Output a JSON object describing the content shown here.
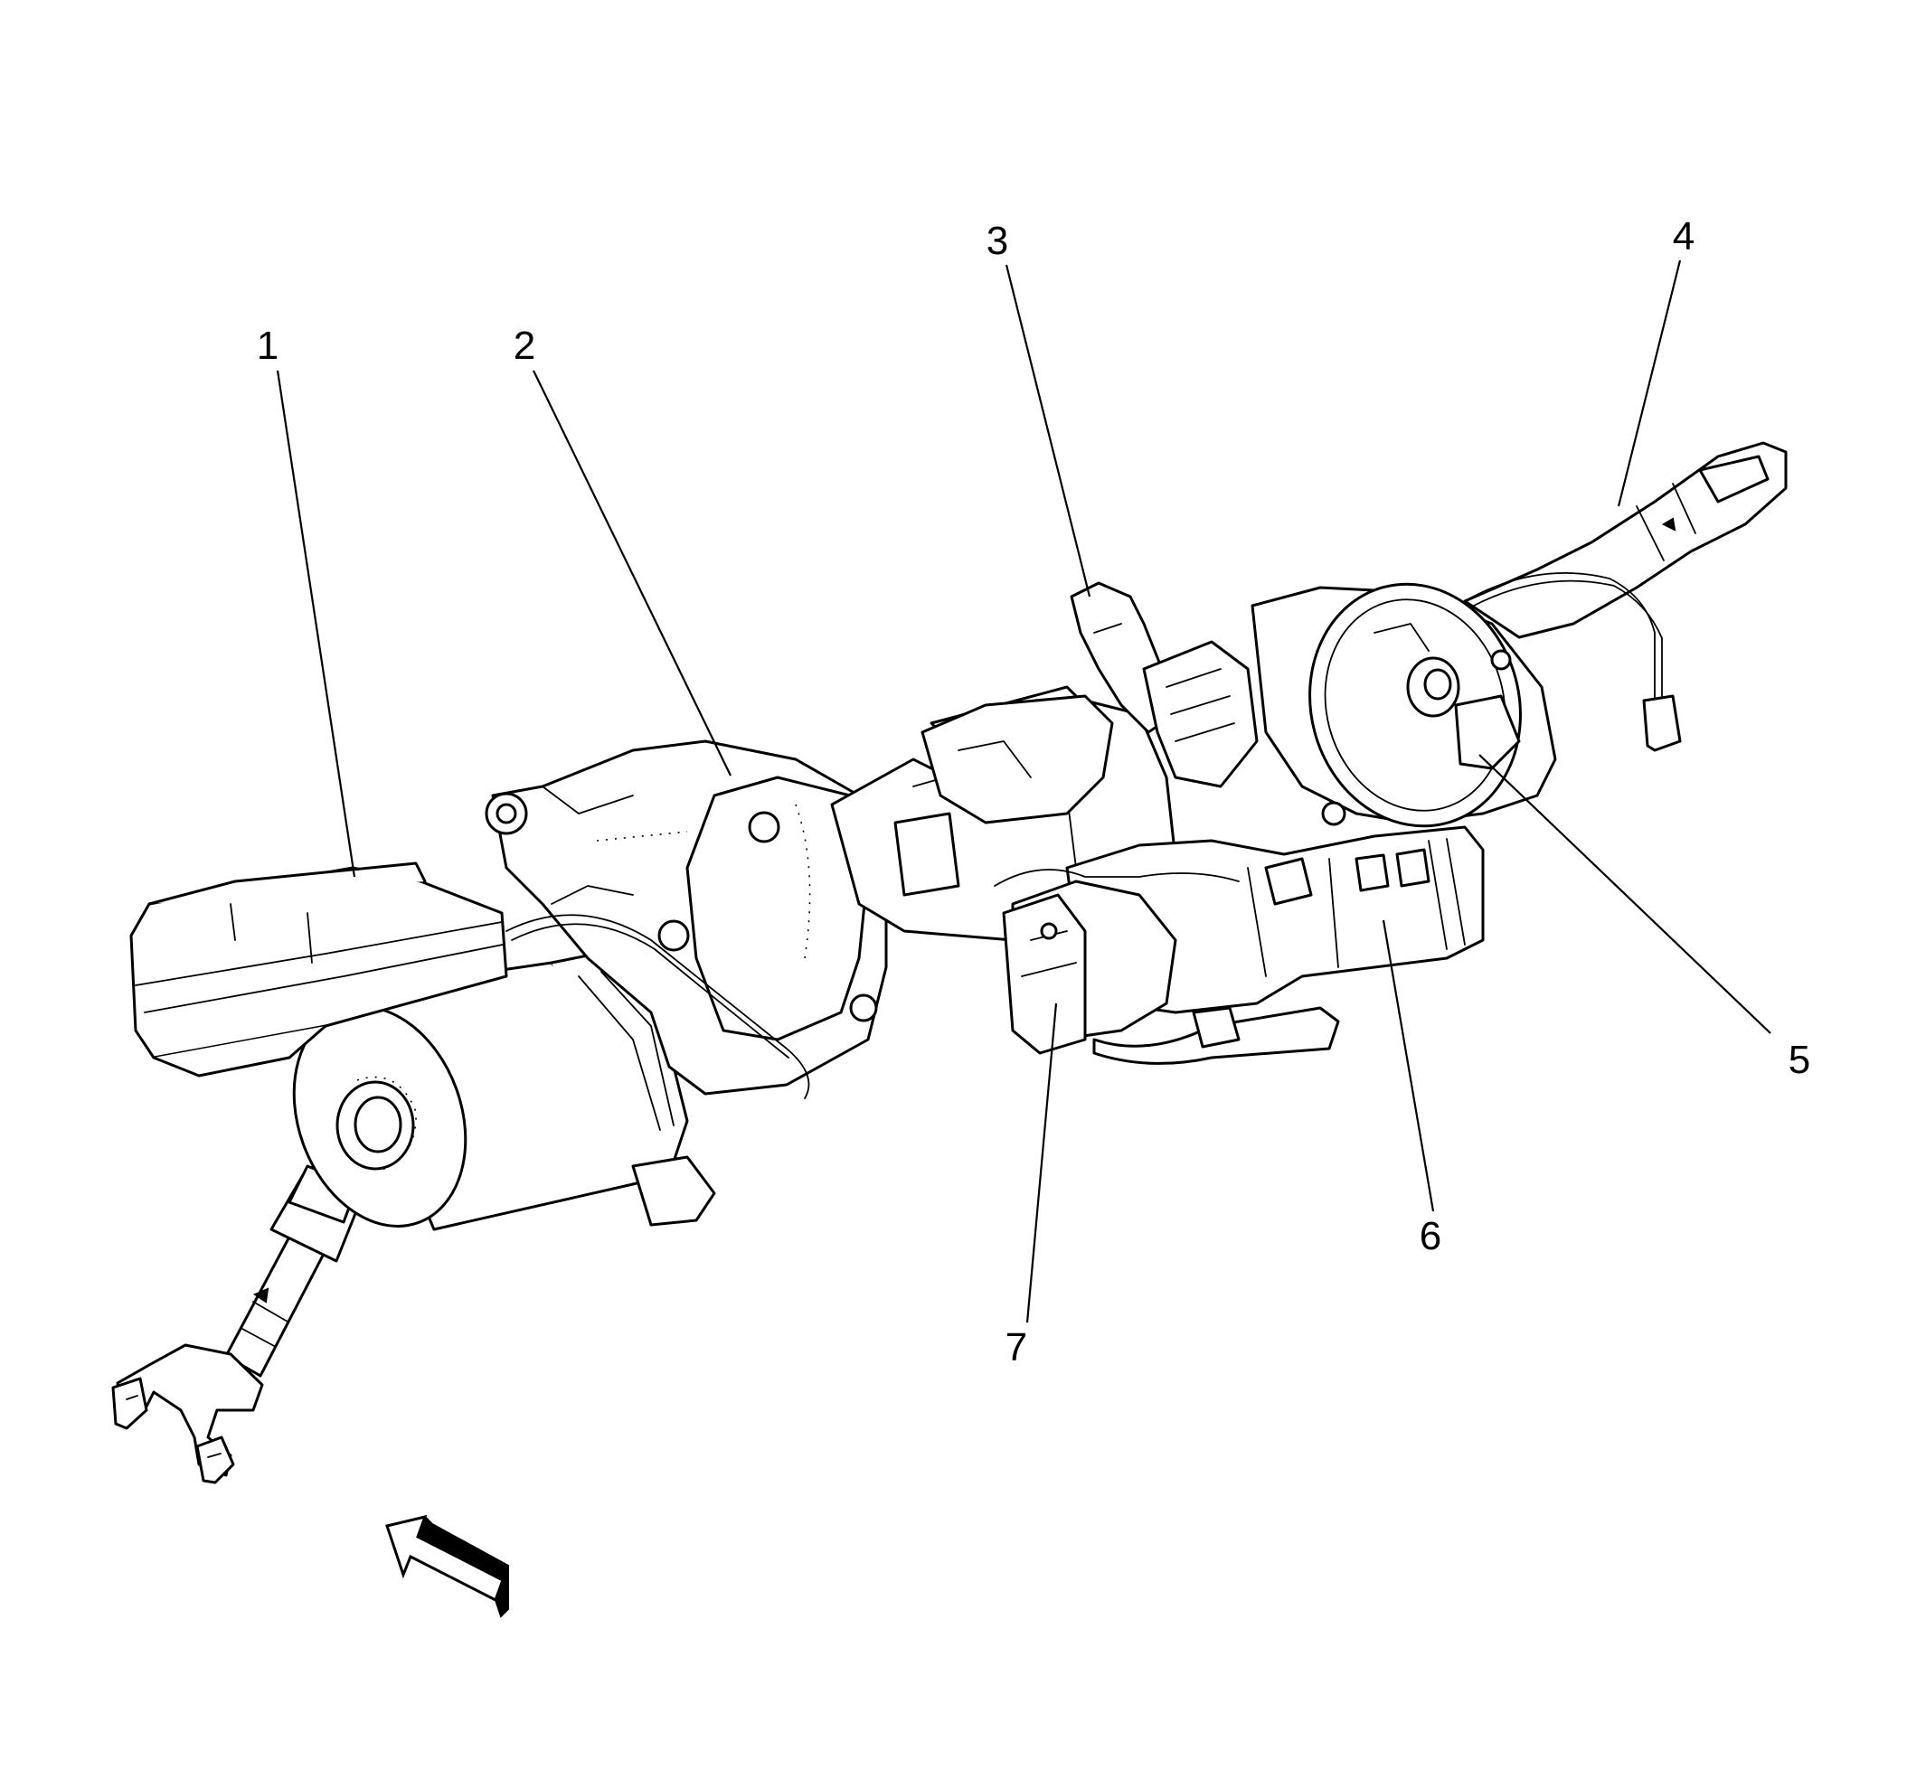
{
  "callouts": [
    {
      "id": "1",
      "label": "1"
    },
    {
      "id": "2",
      "label": "2"
    },
    {
      "id": "3",
      "label": "3"
    },
    {
      "id": "4",
      "label": "4"
    },
    {
      "id": "5",
      "label": "5"
    },
    {
      "id": "6",
      "label": "6"
    },
    {
      "id": "7",
      "label": "7"
    }
  ],
  "colors": {
    "line": "#000000",
    "background": "#ffffff"
  },
  "icons": {
    "view_direction": "view-direction-arrow-icon"
  }
}
